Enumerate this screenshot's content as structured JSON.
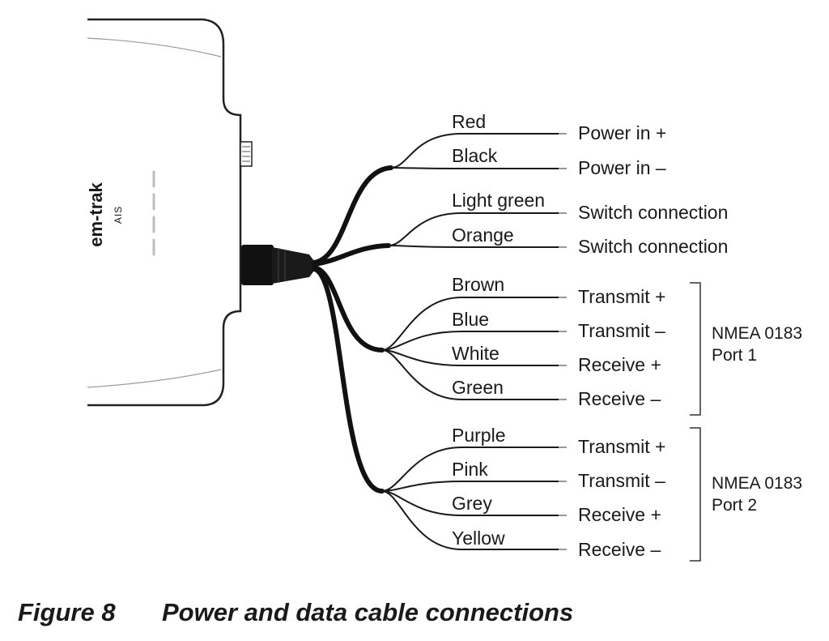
{
  "device": {
    "brand": "em-trak",
    "model": "AIS"
  },
  "connections": [
    {
      "wire": "Red",
      "function": "Power in +"
    },
    {
      "wire": "Black",
      "function": "Power in –"
    },
    {
      "wire": "Light green",
      "function": "Switch connection"
    },
    {
      "wire": "Orange",
      "function": "Switch connection"
    },
    {
      "wire": "Brown",
      "function": "Transmit +"
    },
    {
      "wire": "Blue",
      "function": "Transmit –"
    },
    {
      "wire": "White",
      "function": "Receive +"
    },
    {
      "wire": "Green",
      "function": "Receive –"
    },
    {
      "wire": "Purple",
      "function": "Transmit +"
    },
    {
      "wire": "Pink",
      "function": "Transmit –"
    },
    {
      "wire": "Grey",
      "function": "Receive +"
    },
    {
      "wire": "Yellow",
      "function": "Receive –"
    }
  ],
  "groups": [
    {
      "line1": "NMEA 0183",
      "line2": "Port 1"
    },
    {
      "line1": "NMEA 0183",
      "line2": "Port 2"
    }
  ],
  "caption": {
    "number": "Figure 8",
    "title": "Power and data cable connections"
  }
}
